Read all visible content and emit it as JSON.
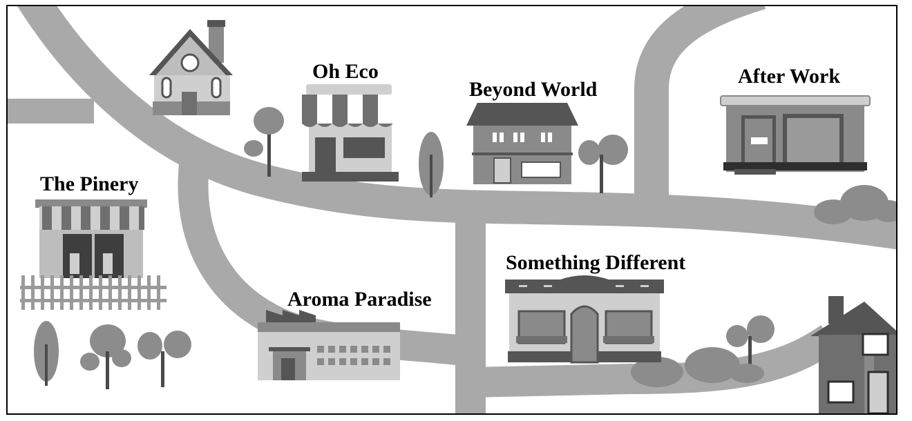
{
  "places": {
    "oh_eco": "Oh Eco",
    "beyond_world": "Beyond World",
    "after_work": "After Work",
    "the_pinery": "The Pinery",
    "aroma_paradise": "Aroma Paradise",
    "something_different": "Something Different"
  },
  "colors": {
    "road": "#a9a9a9",
    "building_dark": "#555555",
    "building_mid": "#8a8a8a",
    "building_light": "#cfcfcf",
    "tree": "#8c8c8c",
    "trunk": "#4a4a4a",
    "border": "#000000"
  }
}
